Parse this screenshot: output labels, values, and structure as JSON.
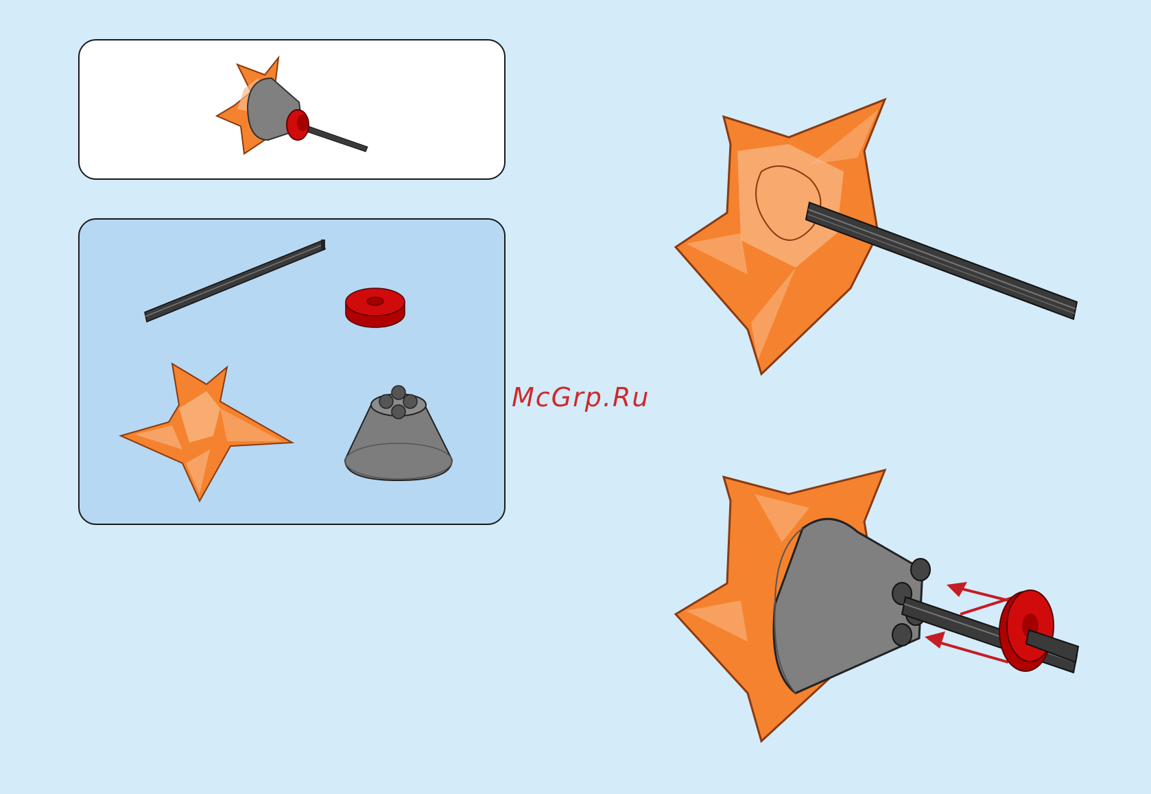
{
  "page": {
    "background": "#d4ebfa"
  },
  "watermark": {
    "text": "McGrp.Ru",
    "color": "#cc2a2a"
  },
  "panels": {
    "result": {
      "background": "#ffffff"
    },
    "parts": {
      "background": "#b7d8f2"
    }
  },
  "parts": [
    {
      "name": "axle",
      "color": "#3a3a3a"
    },
    {
      "name": "round-tile",
      "color": "#d10b0b"
    },
    {
      "name": "star-spike-element",
      "color": "#f5822e"
    },
    {
      "name": "cone",
      "color": "#777777"
    }
  ],
  "steps": [
    {
      "name": "star-on-axle"
    },
    {
      "name": "cone-and-tile-attach",
      "arrows": 2,
      "arrow_color": "#c41d23"
    }
  ],
  "colors": {
    "orange": "#f5822e",
    "orange_light": "#f9b98a",
    "orange_dark": "#8a3a10",
    "grey": "#777777",
    "grey_dark": "#4a4a4a",
    "red": "#d10b0b",
    "axle": "#3a3a3a"
  }
}
